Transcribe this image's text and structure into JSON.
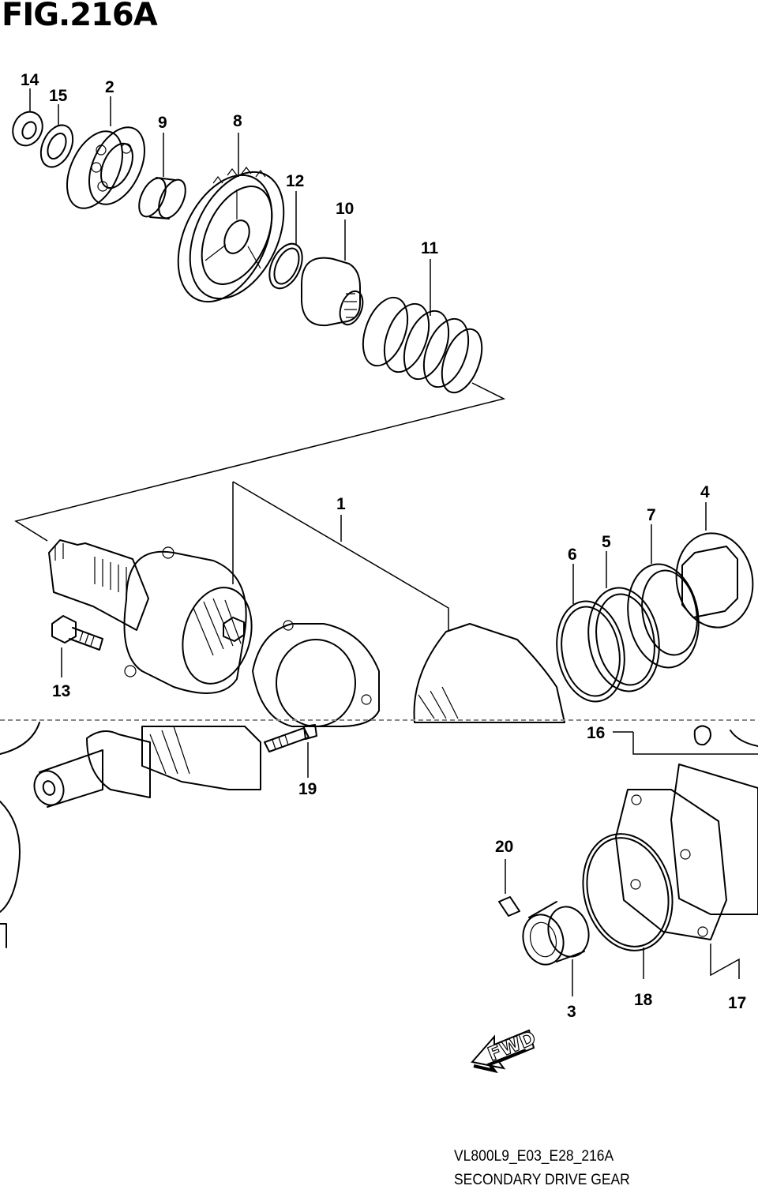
{
  "figure": {
    "title": "FIG.216A",
    "model_code": "VL800L9_E03_E28_216A",
    "description": "SECONDARY DRIVE GEAR",
    "direction_label": "FWD"
  },
  "callouts": [
    {
      "id": "c14",
      "label": "14"
    },
    {
      "id": "c15",
      "label": "15"
    },
    {
      "id": "c2",
      "label": "2"
    },
    {
      "id": "c9",
      "label": "9"
    },
    {
      "id": "c8",
      "label": "8"
    },
    {
      "id": "c12",
      "label": "12"
    },
    {
      "id": "c10",
      "label": "10"
    },
    {
      "id": "c11",
      "label": "11"
    },
    {
      "id": "c1",
      "label": "1"
    },
    {
      "id": "c4",
      "label": "4"
    },
    {
      "id": "c7",
      "label": "7"
    },
    {
      "id": "c5",
      "label": "5"
    },
    {
      "id": "c6",
      "label": "6"
    },
    {
      "id": "c13",
      "label": "13"
    },
    {
      "id": "c16",
      "label": "16"
    },
    {
      "id": "c19",
      "label": "19"
    },
    {
      "id": "c20",
      "label": "20"
    },
    {
      "id": "c3",
      "label": "3"
    },
    {
      "id": "c18",
      "label": "18"
    },
    {
      "id": "c17",
      "label": "17"
    }
  ]
}
